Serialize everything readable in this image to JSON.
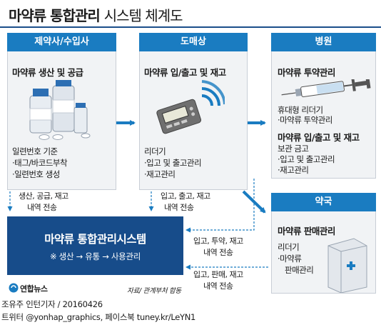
{
  "title": {
    "main": "마약류 통합관리",
    "sub": "시스템 체계도"
  },
  "manufacturer": {
    "header": "제약사/수입사",
    "heading": "마약류 생산 및 공급",
    "serial_title": "일련번호 기준",
    "serial_items": [
      "·태그/바코드부착",
      "·일련번호 생성"
    ]
  },
  "wholesaler": {
    "header": "도매상",
    "heading": "마약류 입/출고 및 재고",
    "reader_title": "리더기",
    "reader_items": [
      "·입고 및 출고관리",
      "·재고관리"
    ]
  },
  "hospital": {
    "header": "병원",
    "heading": "마약류 투약관리",
    "portable_title": "휴대형 리더기",
    "portable_items": [
      "·마약류 투약관리"
    ],
    "heading2": "마약류 입/출고 및 재고",
    "safe_title": "보관 금고",
    "safe_items": [
      "·입고 및 출고관리",
      "·재고관리"
    ]
  },
  "pharmacy": {
    "header": "약국",
    "heading": "마약류 판매관리",
    "reader_title": "리더기",
    "reader_items": [
      "·마약류",
      "판매관리"
    ]
  },
  "flows": {
    "manufacturer": [
      "생산, 공급, 재고",
      "내역 전송"
    ],
    "wholesaler": [
      "입고, 출고, 재고",
      "내역 전송"
    ],
    "hospital": [
      "입고, 투약, 재고",
      "내역 전송"
    ],
    "pharmacy": [
      "입고, 판매, 재고",
      "내역 전송"
    ]
  },
  "system": {
    "title": "마약류 통합관리시스템",
    "subtitle": "※ 생산 → 유통 → 사용관리"
  },
  "logo_text": "연합뉴스",
  "source": "자료/ 관계부처 합동",
  "credit": "조유주 인턴기자 / 20160426",
  "social": "트위터 @yonhap_graphics, 페이스북 tuney.kr/LeYN1",
  "colors": {
    "accent": "#1a7cc1",
    "system": "#174c8a",
    "panel": "#f1f3f5"
  }
}
